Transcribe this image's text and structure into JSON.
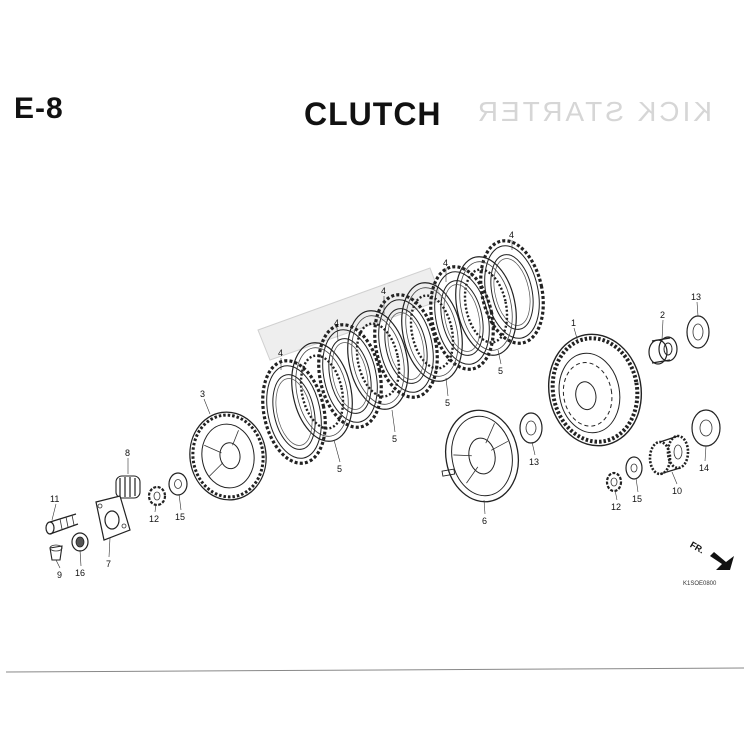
{
  "header": {
    "page_code": "E-8",
    "title": "CLUTCH",
    "ghost_text": "KICK STARTER"
  },
  "callouts": {
    "c1": "1",
    "c2": "2",
    "c3": "3",
    "c4a": "4",
    "c4b": "4",
    "c4c": "4",
    "c4d": "4",
    "c4e": "4",
    "c5a": "5",
    "c5b": "5",
    "c5c": "5",
    "c5d": "5",
    "c6": "6",
    "c7": "7",
    "c8": "8",
    "c9": "9",
    "c10": "10",
    "c11": "11",
    "c12a": "12",
    "c12b": "12",
    "c13a": "13",
    "c13b": "13",
    "c14": "14",
    "c15a": "15",
    "c15b": "15",
    "c16": "16"
  },
  "direction_label": "FR.",
  "reference_code": "K1SOE0800"
}
